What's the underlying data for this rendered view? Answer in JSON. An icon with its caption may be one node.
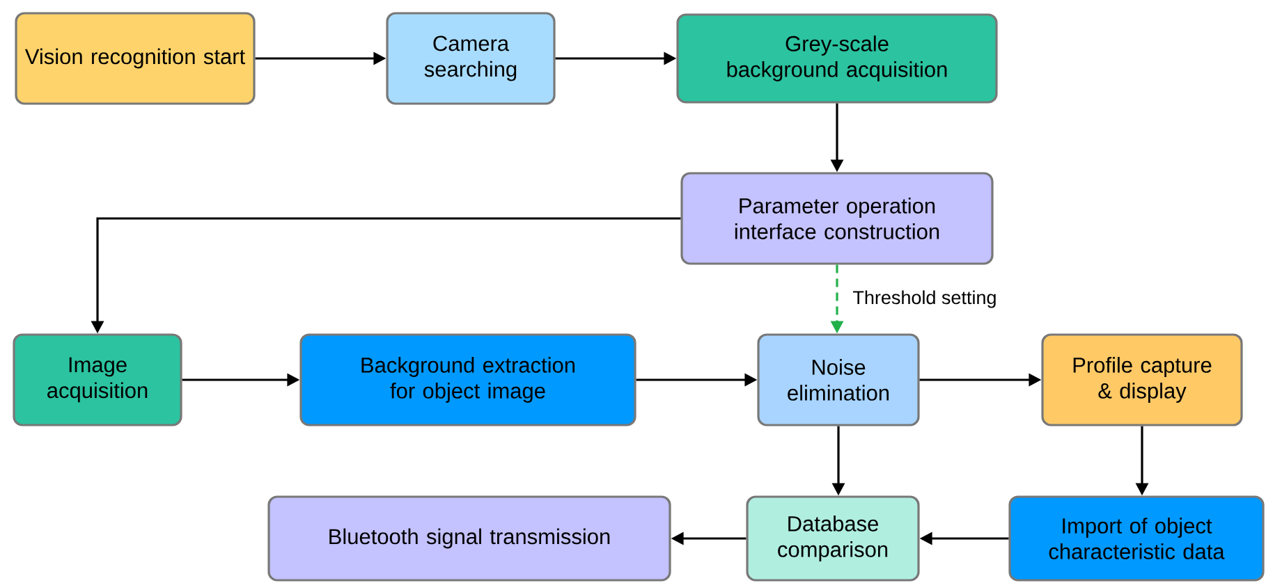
{
  "diagram": {
    "nodes": [
      {
        "text": [
          "Vision recognition start"
        ]
      },
      {
        "text": [
          "Camera searching"
        ]
      },
      {
        "text": [
          "Grey-scale background acquisition"
        ]
      },
      {
        "text": [
          "Parameter operation interface construction"
        ]
      },
      {
        "text": [
          "Image acquisition"
        ]
      },
      {
        "text": [
          "Background extraction for object image"
        ]
      },
      {
        "text": [
          "Noise elimination"
        ]
      },
      {
        "text": [
          "Profile capture & display"
        ]
      },
      {
        "text": [
          "Database comparison"
        ]
      },
      {
        "text": [
          "Import of object characteristic data"
        ]
      },
      {
        "text": [
          "Bluetooth signal transmission"
        ]
      }
    ],
    "edges": [
      {
        "from": 0,
        "to": 1,
        "arrow": "to"
      },
      {
        "from": 1,
        "to": 2,
        "arrow": "to"
      },
      {
        "from": 2,
        "to": 3,
        "arrow": "to"
      },
      {
        "from": 3,
        "to": 4,
        "arrow": "to"
      },
      {
        "from": 3,
        "to": 6,
        "arrow": "to",
        "label": "Threshold setting",
        "style": "dashed",
        "color": "#22b04a"
      },
      {
        "from": 4,
        "to": 5,
        "arrow": "to"
      },
      {
        "from": 5,
        "to": 6,
        "arrow": "to"
      },
      {
        "from": 6,
        "to": 7,
        "arrow": "to"
      },
      {
        "from": 6,
        "to": 8,
        "arrow": "to"
      },
      {
        "from": 7,
        "to": 9,
        "arrow": "to"
      },
      {
        "from": 9,
        "to": 8,
        "arrow": "to"
      },
      {
        "from": 8,
        "to": 10,
        "arrow": "to"
      }
    ]
  }
}
